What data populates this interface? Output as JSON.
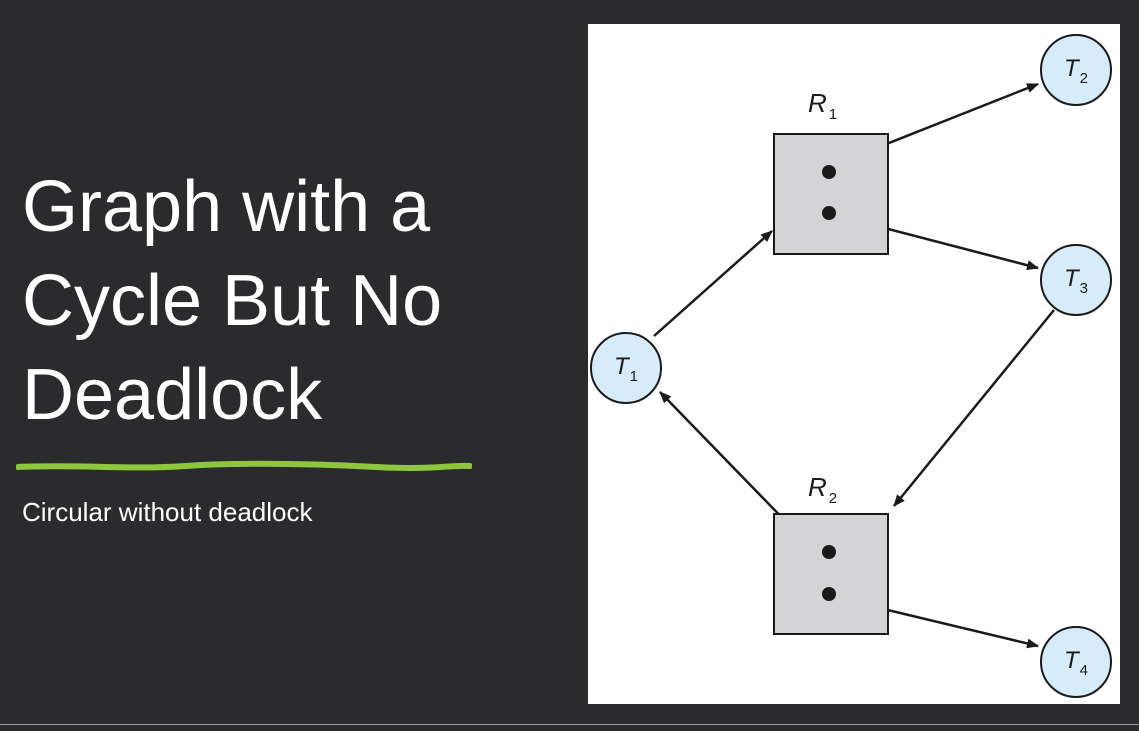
{
  "slide": {
    "title_lines": [
      "Graph with a",
      "Cycle But No",
      "Deadlock"
    ],
    "subtitle": "Circular without deadlock",
    "accent_color": "#8dc63f",
    "background_color": "#2b2b2d"
  },
  "diagram": {
    "threads": [
      {
        "id": "T1",
        "letter": "T",
        "sub": "1"
      },
      {
        "id": "T2",
        "letter": "T",
        "sub": "2"
      },
      {
        "id": "T3",
        "letter": "T",
        "sub": "3"
      },
      {
        "id": "T4",
        "letter": "T",
        "sub": "4"
      }
    ],
    "resources": [
      {
        "id": "R1",
        "letter": "R",
        "sub": "1",
        "instances": 2
      },
      {
        "id": "R2",
        "letter": "R",
        "sub": "2",
        "instances": 2
      }
    ],
    "edges": [
      {
        "from": "T1",
        "to": "R1",
        "kind": "request"
      },
      {
        "from": "R1",
        "to": "T2",
        "kind": "assignment"
      },
      {
        "from": "R1",
        "to": "T3",
        "kind": "assignment"
      },
      {
        "from": "T3",
        "to": "R2",
        "kind": "request"
      },
      {
        "from": "R2",
        "to": "T1",
        "kind": "assignment"
      },
      {
        "from": "R2",
        "to": "T4",
        "kind": "assignment"
      }
    ],
    "thread_fill": "#d6ecfb",
    "resource_fill": "#d4d4d6"
  }
}
